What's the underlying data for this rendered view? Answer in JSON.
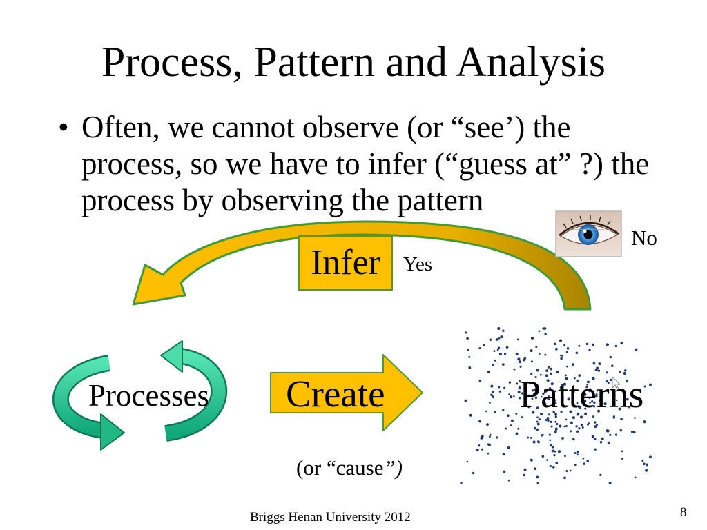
{
  "slide": {
    "title": "Process, Pattern and Analysis",
    "bullet_marker": "•",
    "bullet": "Often, we cannot observe (or “see’) the process, so we have to infer (“guess at” ?) the process by observing the pattern"
  },
  "diagram": {
    "infer_label": "Infer",
    "yes_label": "Yes",
    "no_label": "No",
    "processes_label": "Processes",
    "create_label": "Create",
    "patterns_label": "Patterns",
    "cause_note": "(or “cause",
    "cause_note_italic": "”)",
    "icons": [
      "curved-infer-arrow-icon",
      "eye-image",
      "cycle-arrows-icon",
      "create-arrow-icon",
      "mouse-cursor-icon"
    ]
  },
  "footer": {
    "text": "Briggs Henan University 2012",
    "page_number": "8"
  },
  "colors": {
    "accent_yellow": "#FFC000",
    "outline_green": "#4E9A2E",
    "cycle_green": "#2DBE8C",
    "pattern_dots": "#1F3A6B",
    "text": "#000000",
    "background": "#FFFFFF"
  }
}
